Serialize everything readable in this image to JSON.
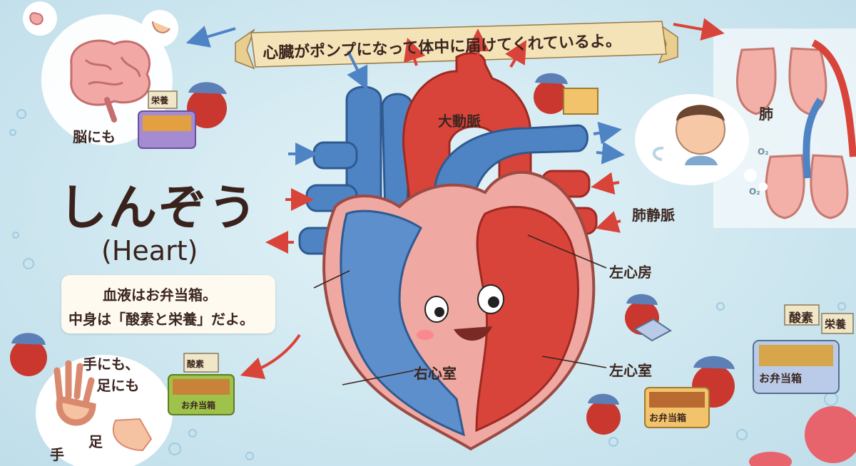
{
  "banner": {
    "text": "心臓がポンプになって体中に届けてくれているよ。"
  },
  "title": {
    "main": "しんぞう",
    "sub": "(Heart)"
  },
  "note": {
    "line1": "血液はお弁当箱。",
    "line2": "中身は「酸素と栄養」だよ。"
  },
  "labels": {
    "brain": "脳にも",
    "hands_feet": "手にも、\n足にも",
    "hand": "手",
    "foot": "足",
    "aorta": "大動脈",
    "lungs": "肺",
    "pulmonary_vein": "肺静脈",
    "left_atrium": "左心房",
    "left_ventricle": "左心室",
    "right_ventricle": "右心室"
  },
  "bento": {
    "box_label": "お弁当箱",
    "oxygen": "酸素",
    "nutrition": "栄養"
  },
  "o2": "O₂",
  "colors": {
    "artery_red": "#d9443a",
    "vein_blue": "#4f84c4",
    "text": "#3b2620",
    "banner": "#f4e3b6"
  }
}
